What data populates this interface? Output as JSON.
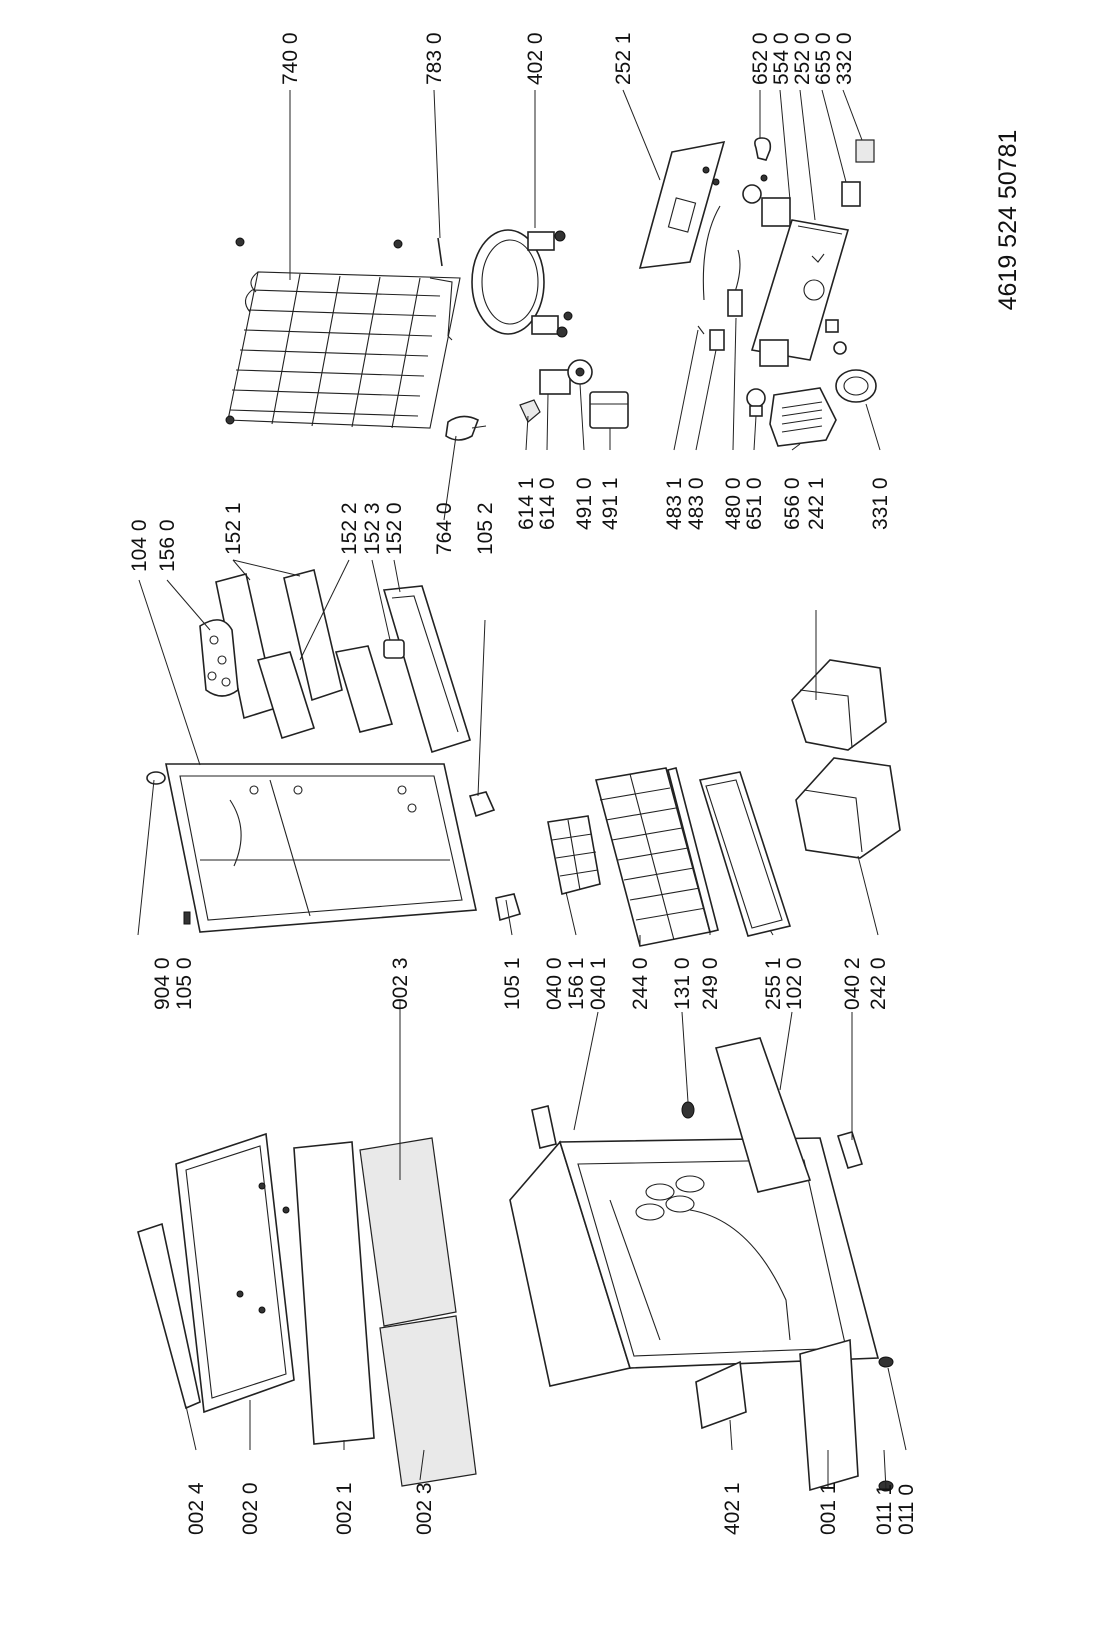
{
  "document_number": "4619 524 50781",
  "labels": {
    "p7400": "740 0",
    "p7830": "783 0",
    "p4020": "402 0",
    "p2521": "252 1",
    "p6520": "652 0",
    "p5540": "554 0",
    "p2520": "252 0",
    "p6550": "655 0",
    "p3320": "332 0",
    "p1040": "104 0",
    "p1560": "156 0",
    "p1521": "152 1",
    "p1522": "152 2",
    "p1523": "152 3",
    "p1520": "152 0",
    "p7640": "764 0",
    "p1052": "105 2",
    "p6141": "614 1",
    "p6140": "614 0",
    "p4910": "491 0",
    "p4911": "491 1",
    "p4831": "483 1",
    "p4830": "483 0",
    "p4800": "480 0",
    "p6510": "651 0",
    "p6560": "656 0",
    "p2421": "242 1",
    "p3310": "331 0",
    "p9040": "904 0",
    "p1050": "105 0",
    "p0023a": "002 3",
    "p1051": "105 1",
    "p0400": "040 0",
    "p1561": "156 1",
    "p0401": "040 1",
    "p2440": "244 0",
    "p1310": "131 0",
    "p2490": "249 0",
    "p2551": "255 1",
    "p1020": "102 0",
    "p0402": "040 2",
    "p2420": "242 0",
    "p0024": "002 4",
    "p0020": "002 0",
    "p0021": "002 1",
    "p0023b": "002 3",
    "p4021": "402 1",
    "p0011": "001 1",
    "p0111": "011 1",
    "p0110": "011 0"
  }
}
